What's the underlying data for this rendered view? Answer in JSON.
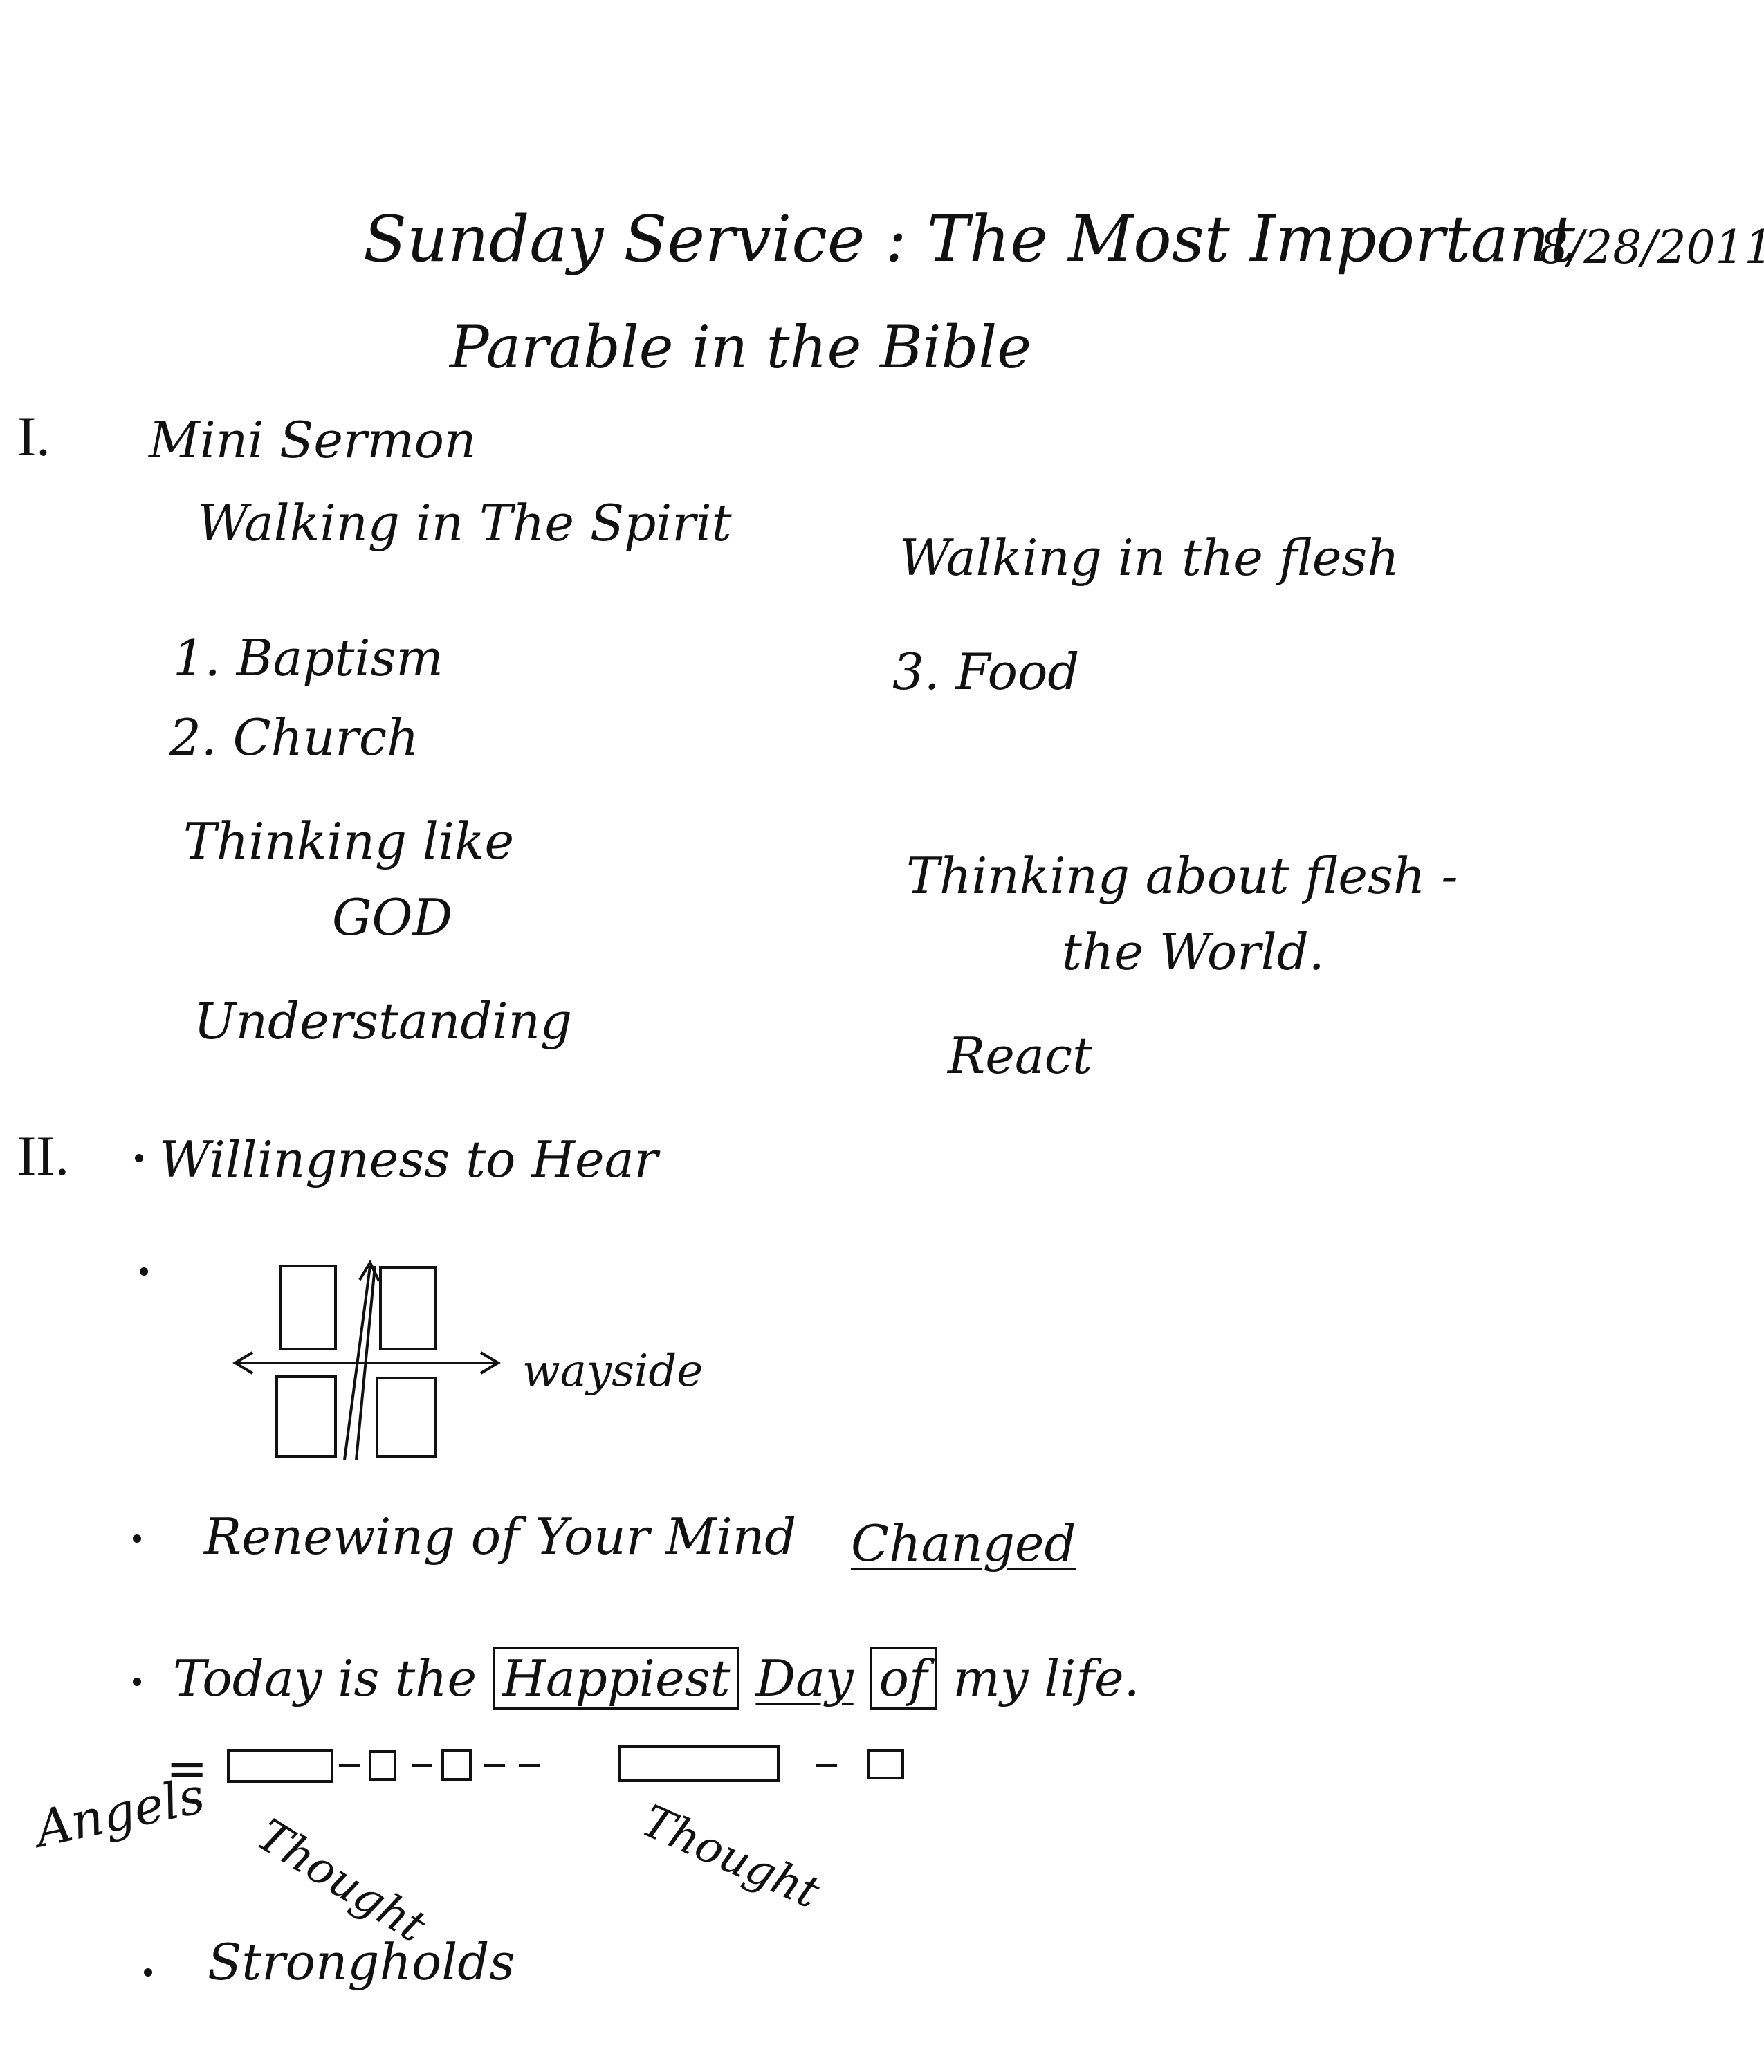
{
  "header": {
    "title_line1": "Sunday Service : The Most Important",
    "title_line2": "Parable in the Bible",
    "date": "8/28/2011"
  },
  "section_1": {
    "numeral": "I.",
    "heading": "Mini Sermon",
    "left_column": {
      "title": "Walking in The Spirit",
      "items": [
        "1. Baptism",
        "2. Church"
      ],
      "thinking_line1": "Thinking like",
      "thinking_line2": "GOD",
      "keyword": "Understanding"
    },
    "right_column": {
      "title": "Walking in the flesh",
      "items": [
        "3. Food"
      ],
      "thinking_line1": "Thinking about flesh -",
      "thinking_line2": "the World.",
      "keyword": "React"
    }
  },
  "section_2": {
    "numeral": "II.",
    "heading": "Willingness to Hear",
    "diagram_label": "wayside",
    "bullet_renewing": "Renewing of Your Mind",
    "changed": "Changed",
    "today": {
      "pre": "Today is the",
      "happiest": "Happiest",
      "day": "Day",
      "of": "of",
      "post": "my life."
    },
    "angels": {
      "label": "Angels",
      "equals": "=",
      "thought_1": "Thought",
      "thought_2": "Thought"
    },
    "strongholds": "Strongholds"
  }
}
